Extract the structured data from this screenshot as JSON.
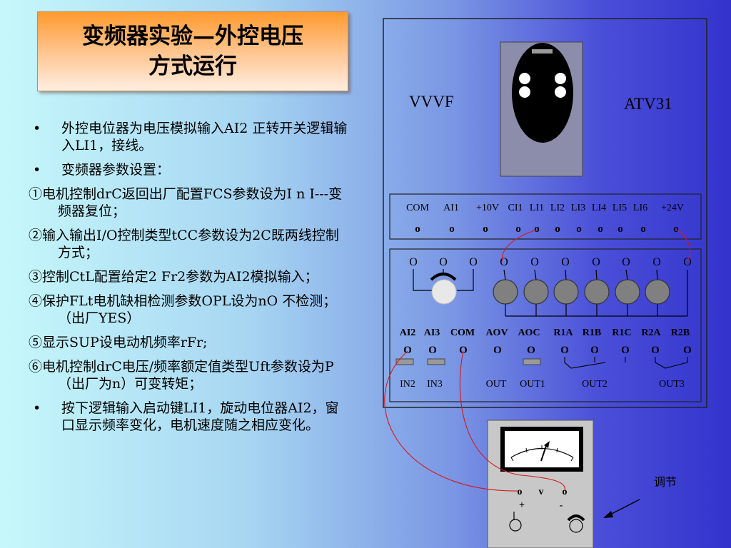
{
  "title": {
    "line1": "变频器实验—外控电压",
    "line2": "方式运行"
  },
  "instructions": [
    {
      "kind": "bullet",
      "marker": "•",
      "text": "外控电位器为电压模拟输入AI2  正转开关逻辑输入LI1，接线。"
    },
    {
      "kind": "bullet",
      "marker": "•",
      "text": "变频器参数设置："
    },
    {
      "kind": "step",
      "text": "①电机控制drC返回出厂配置FCS参数设为I n I---变频器复位；"
    },
    {
      "kind": "step",
      "text": "②输入输出I/O控制类型tCC参数设为2C既两线控制方式；"
    },
    {
      "kind": "step",
      "text": "③控制CtL配置给定2 Fr2参数为AI2模拟输入；"
    },
    {
      "kind": "step",
      "text": "④保护FLt电机缺相检测参数OPL设为nO 不检测；（出厂YES）"
    },
    {
      "kind": "step",
      "text": "⑤显示SUP设电动机频率rFr;"
    },
    {
      "kind": "step",
      "text": "⑥电机控制drC电压/频率额定值类型Uft参数设为P（出厂为n）可变转矩；"
    },
    {
      "kind": "bullet",
      "marker": "•",
      "text": "按下逻辑输入启动键LI1，旋动电位器AI2，窗口显示频率变化，电机速度随之相应变化。"
    }
  ],
  "inverter": {
    "label_left": "VVVF",
    "label_right": "ATV31"
  },
  "upper_terminal": {
    "labels": [
      "COM",
      "AI1",
      "+10V",
      "CI1",
      "LI1",
      "LI2",
      "LI3",
      "LI4",
      "LI5",
      "LI6",
      "+24V"
    ],
    "marker": "o"
  },
  "lower_board": {
    "top_marker": "O",
    "bottom_labels": [
      "AI2",
      "AI3",
      "COM",
      "AOV",
      "AOC",
      "R1A",
      "R1B",
      "R1C",
      "R2A",
      "R2B"
    ],
    "output_labels": [
      "IN2",
      "IN3",
      "OUT",
      "OUT1",
      "OUT2",
      "OUT3"
    ]
  },
  "meter": {
    "unit_label": "v",
    "plus_label": "+",
    "minus_label": "-",
    "marker": "o"
  },
  "adjust_label": "调节",
  "colors": {
    "wire": "#d81818",
    "knob": "#808080",
    "title_orange": "#ff9a2e"
  }
}
